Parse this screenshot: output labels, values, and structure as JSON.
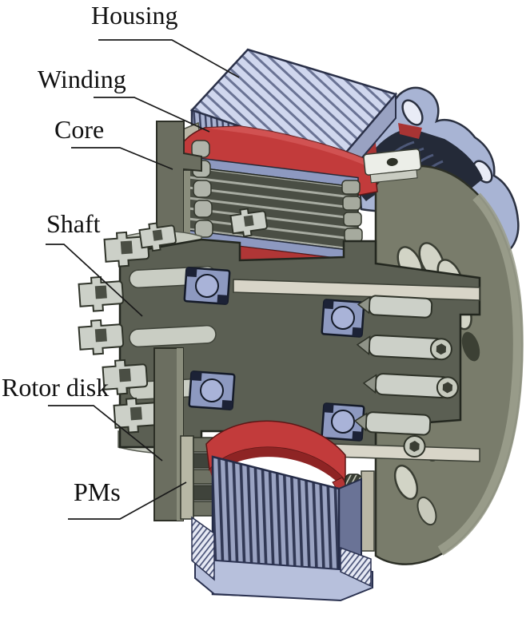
{
  "figure": {
    "title_labels": {
      "housing": "Housing",
      "winding": "Winding",
      "core": "Core",
      "shaft": "Shaft",
      "rotor_disk": "Rotor disk",
      "pms": "PMs"
    },
    "colors": {
      "background": "#ffffff",
      "label_text": "#111111",
      "leader_line": "#1a1a1a",
      "housing_fin_light": "#d0d7ee",
      "housing_fin_shadow": "#6a7394",
      "flange_blue": "#a8b4d4",
      "winding_red": "#c23b3b",
      "winding_red_dark": "#8e2424",
      "core_lamination_dark": "#4a4e44",
      "core_lamination_light": "#a8aca2",
      "stator_plate_blue": "#8d99c0",
      "rotor_disk_olive": "#797c6b",
      "shaft_olive": "#5b5f53",
      "metal_light": "#ccd0c8",
      "bearing_ball_blue": "#a9b3d8",
      "bottom_fin_blue": "#9aa3c2",
      "base_plate_blue": "#b7c0dc"
    }
  }
}
